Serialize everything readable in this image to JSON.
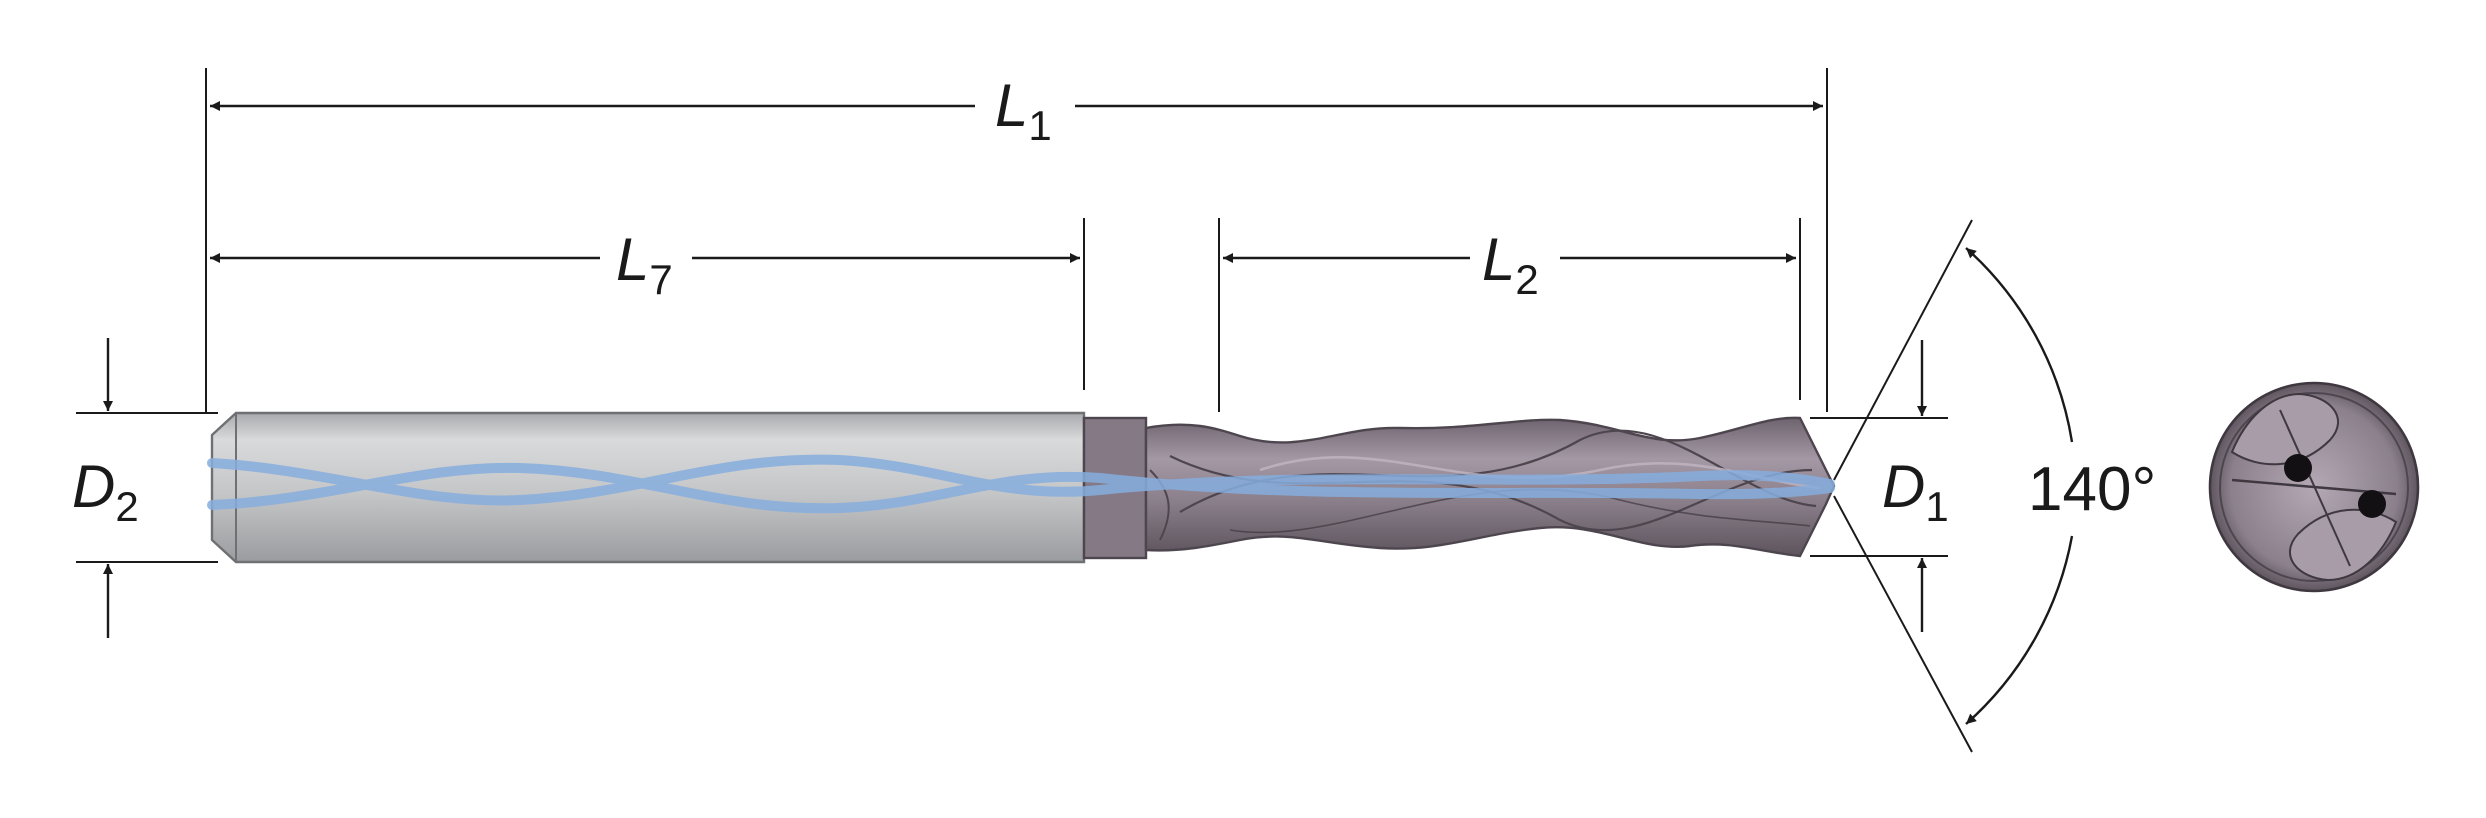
{
  "dimensions": {
    "l1": {
      "main": "L",
      "sub": "1"
    },
    "l7": {
      "main": "L",
      "sub": "7"
    },
    "l2": {
      "main": "L",
      "sub": "2"
    },
    "d2": {
      "main": "D",
      "sub": "2"
    },
    "d1": {
      "main": "D",
      "sub": "1"
    }
  },
  "point_angle": "140°",
  "colors": {
    "shank": "#c8c9cb",
    "shank_edge": "#8f9093",
    "flute_body": "#8a7f8a",
    "flute_dark": "#5f565f",
    "flute_light": "#a79ca8",
    "coolant": "#86aede",
    "line": "#1a1a1a"
  },
  "icons": [
    "drill-end-view-icon"
  ]
}
